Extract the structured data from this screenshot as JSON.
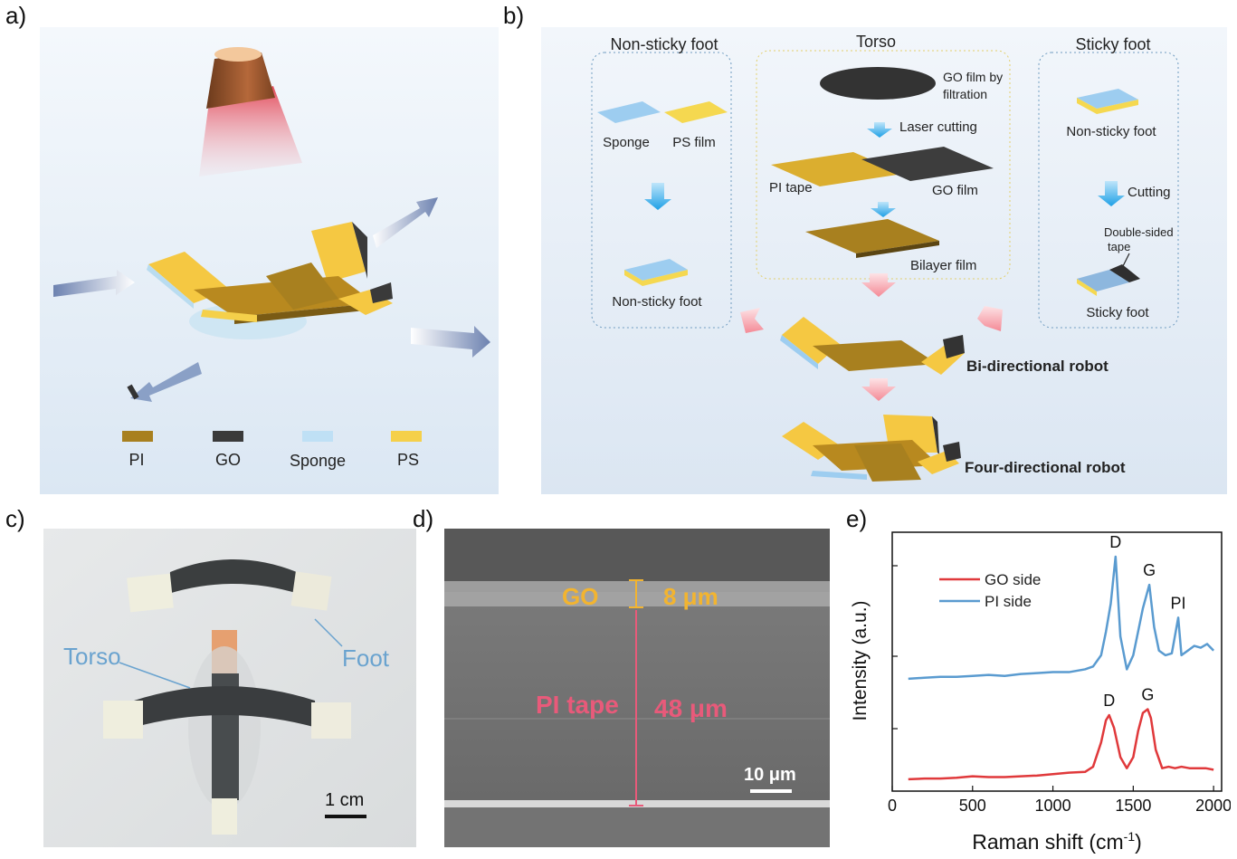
{
  "panel_labels": {
    "a": "a)",
    "b": "b)",
    "c": "c)",
    "d": "d)",
    "e": "e)"
  },
  "panel_a": {
    "legend": [
      {
        "label": "PI",
        "color": "#a8801f"
      },
      {
        "label": "GO",
        "color": "#3a3a3a"
      },
      {
        "label": "Sponge",
        "color": "#bfe0f5"
      },
      {
        "label": "PS",
        "color": "#f5d04a"
      }
    ]
  },
  "panel_b": {
    "nonsticky_title": "Non-sticky foot",
    "torso_title": "Torso",
    "sticky_title": "Sticky foot",
    "sponge": "Sponge",
    "ps_film": "PS film",
    "nonsticky_result": "Non-sticky  foot",
    "go_filtration": "GO film by filtration",
    "laser_cutting": "Laser  cutting",
    "pi_tape": "PI  tape",
    "go_film": "GO film",
    "bilayer": "Bilayer film",
    "sticky_nonsticky": "Non-sticky  foot",
    "cutting": "Cutting",
    "double_sided": "Double-sided tape",
    "sticky_result": "Sticky foot",
    "bi_robot": "Bi-directional robot",
    "four_robot": "Four-directional robot"
  },
  "panel_c": {
    "torso": "Torso",
    "foot": "Foot",
    "scale": "1 cm"
  },
  "panel_d": {
    "go": "GO",
    "go_thickness": "8 μm",
    "pi": "PI tape",
    "pi_thickness": "48 μm",
    "scale": "10 μm"
  },
  "chart_data": {
    "type": "line",
    "xlabel": "Raman shift (cm",
    "xlabel_sup": "-1",
    "xlabel_end": ")",
    "ylabel": "Intensity (a.u.)",
    "xlim": [
      0,
      2050
    ],
    "xticks": [
      0,
      500,
      1000,
      1500,
      2000
    ],
    "legend_position": "top-left",
    "series": [
      {
        "name": "GO side",
        "color": "#e0393b",
        "x": [
          100,
          200,
          300,
          400,
          500,
          600,
          700,
          800,
          900,
          1000,
          1100,
          1200,
          1250,
          1300,
          1330,
          1350,
          1380,
          1420,
          1460,
          1500,
          1530,
          1560,
          1590,
          1610,
          1640,
          1680,
          1720,
          1760,
          1800,
          1850,
          1900,
          1950,
          2000
        ],
        "y": [
          0.05,
          0.06,
          0.06,
          0.07,
          0.09,
          0.08,
          0.08,
          0.09,
          0.1,
          0.12,
          0.14,
          0.15,
          0.22,
          0.55,
          0.85,
          0.92,
          0.75,
          0.35,
          0.2,
          0.35,
          0.7,
          0.95,
          1.0,
          0.88,
          0.45,
          0.2,
          0.22,
          0.2,
          0.22,
          0.2,
          0.2,
          0.2,
          0.18
        ]
      },
      {
        "name": "PI side",
        "color": "#5a9bd0",
        "x": [
          100,
          200,
          300,
          400,
          500,
          600,
          700,
          800,
          900,
          1000,
          1100,
          1200,
          1250,
          1300,
          1330,
          1360,
          1390,
          1420,
          1460,
          1500,
          1530,
          1560,
          1600,
          1630,
          1660,
          1700,
          1740,
          1780,
          1800,
          1840,
          1880,
          1920,
          1960,
          2000
        ],
        "y": [
          0.05,
          0.06,
          0.07,
          0.07,
          0.08,
          0.09,
          0.08,
          0.1,
          0.11,
          0.12,
          0.12,
          0.15,
          0.18,
          0.3,
          0.55,
          0.85,
          1.35,
          0.5,
          0.15,
          0.3,
          0.55,
          0.8,
          1.05,
          0.6,
          0.35,
          0.3,
          0.32,
          0.7,
          0.3,
          0.35,
          0.4,
          0.38,
          0.42,
          0.35
        ]
      }
    ],
    "peak_labels": [
      {
        "text": "D",
        "series": "PI side",
        "x": 1390
      },
      {
        "text": "G",
        "series": "PI side",
        "x": 1600
      },
      {
        "text": "PI",
        "series": "PI side",
        "x": 1780
      },
      {
        "text": "D",
        "series": "GO side",
        "x": 1350
      },
      {
        "text": "G",
        "series": "GO side",
        "x": 1590
      }
    ]
  }
}
